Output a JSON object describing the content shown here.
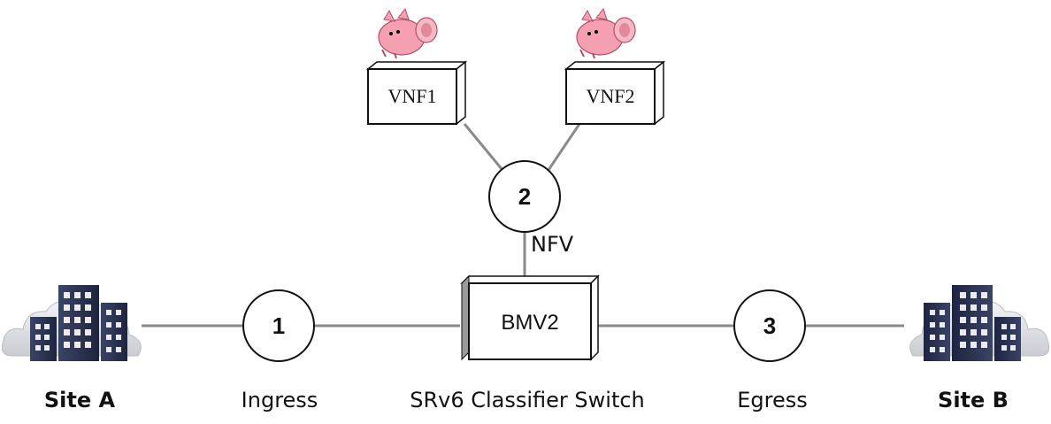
{
  "nodes": {
    "ingress_number": "1",
    "nfv_number": "2",
    "egress_number": "3",
    "vnf1_label": "VNF1",
    "vnf2_label": "VNF2",
    "switch_label": "BMV2",
    "nfv_label": "NFV"
  },
  "labels": {
    "site_a": "Site A",
    "ingress": "Ingress",
    "switch_caption": "SRv6 Classifier Switch",
    "egress": "Egress",
    "site_b": "Site B"
  },
  "icons": {
    "site_a": "building-cloud-icon",
    "site_b": "building-cloud-icon",
    "vnf_mascot": "pig-icon"
  }
}
